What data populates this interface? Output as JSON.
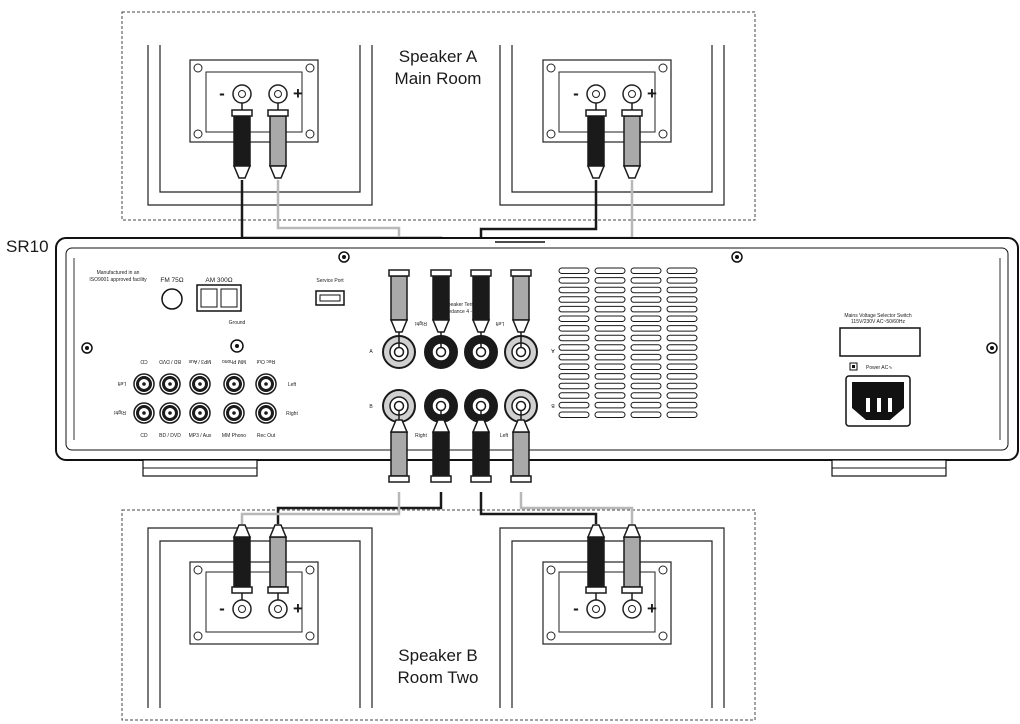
{
  "model": "SR10",
  "zone_a": {
    "line1": "Speaker A",
    "line2": "Main Room"
  },
  "zone_b": {
    "line1": "Speaker B",
    "line2": "Room Two"
  },
  "terminal_minus": "-",
  "terminal_plus": "+",
  "panel": {
    "manufactured": [
      "Manufactured in an",
      "ISO9001 approved facility"
    ],
    "fm": "FM 75Ω",
    "am": "AM 300Ω",
    "ground": "Ground",
    "service_port": "Service Port",
    "speaker_terminals": [
      "Loudspeaker Terminals",
      "Impedance 4 - 8Ω"
    ],
    "row_a": "A",
    "row_b": "B",
    "right": "Right",
    "left": "Left",
    "inputs": [
      "CD",
      "BD / DVD",
      "MP3 / Aux",
      "MM Phono",
      "Rec Out"
    ],
    "mains_switch": [
      "Mains Voltage Selector Switch",
      "115V/230V AC~50/60Hz"
    ],
    "power": "Power AC∿"
  },
  "colors": {
    "line": "#1a1a1a",
    "grey_cable": "#b8b8b8",
    "grey_plug": "#a9a9a9",
    "black_plug": "#1a1a1a"
  }
}
